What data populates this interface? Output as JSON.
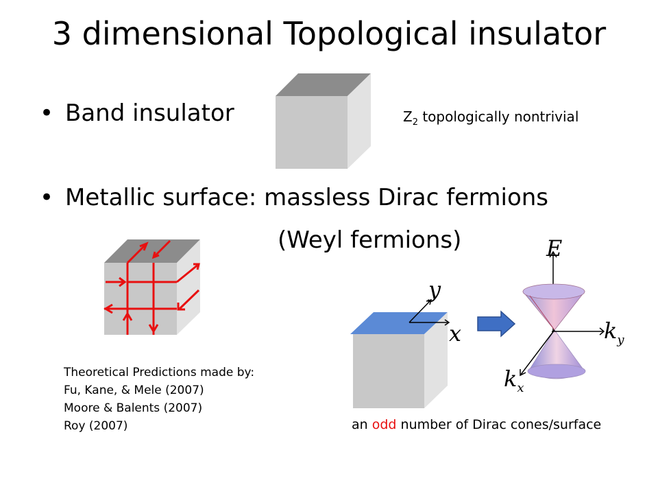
{
  "title": "3 dimensional Topological insulator",
  "bullets": [
    {
      "text": "Band insulator"
    },
    {
      "text": "Metallic surface: massless Dirac fermions"
    }
  ],
  "weyl": "(Weyl fermions)",
  "z2": {
    "symbol": "Z",
    "subscript": "2",
    "text": " topologically nontrivial"
  },
  "predictions": {
    "heading": "Theoretical Predictions made by:",
    "authors": [
      "Fu, Kane, & Mele (2007)",
      "Moore & Balents (2007)",
      "Roy (2007)"
    ]
  },
  "odd_caption": {
    "before": "an ",
    "highlight": "odd",
    "after": " number of Dirac cones/surface"
  },
  "axis_labels": {
    "y": "y",
    "x": "x",
    "E": "E",
    "kx": "k",
    "kx_sub": "x",
    "ky": "k",
    "ky_sub": "y"
  },
  "colors": {
    "cube_front": "#c8c8c8",
    "cube_top": "#8c8c8c",
    "cube_side": "#e2e2e2",
    "surface_top": "#5b8ad6",
    "arrow_red": "#e81010",
    "arrow_blue": "#3f6fc4",
    "highlight": "#e81010"
  }
}
